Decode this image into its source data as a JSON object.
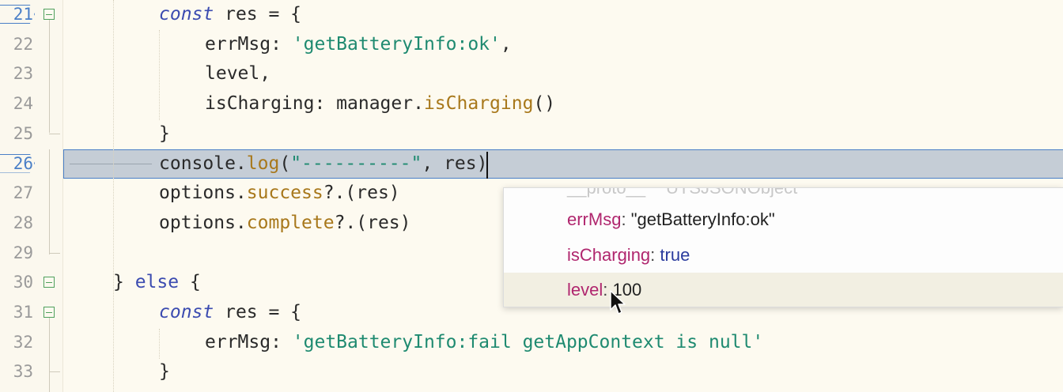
{
  "editor": {
    "lines": [
      {
        "number": "21",
        "bookmarked": true,
        "fold": "open"
      },
      {
        "number": "22",
        "bookmarked": false,
        "fold": "none"
      },
      {
        "number": "23",
        "bookmarked": false,
        "fold": "none"
      },
      {
        "number": "24",
        "bookmarked": false,
        "fold": "none"
      },
      {
        "number": "25",
        "bookmarked": false,
        "fold": "end"
      },
      {
        "number": "26",
        "bookmarked": true,
        "fold": "none"
      },
      {
        "number": "27",
        "bookmarked": false,
        "fold": "none"
      },
      {
        "number": "28",
        "bookmarked": false,
        "fold": "none"
      },
      {
        "number": "29",
        "bookmarked": false,
        "fold": "end"
      },
      {
        "number": "30",
        "bookmarked": false,
        "fold": "open"
      },
      {
        "number": "31",
        "bookmarked": false,
        "fold": "open"
      },
      {
        "number": "32",
        "bookmarked": false,
        "fold": "none"
      },
      {
        "number": "33",
        "bookmarked": false,
        "fold": "end"
      }
    ],
    "code": {
      "l21": {
        "kw": "const",
        "rest": " res = {"
      },
      "l22": {
        "key": "errMsg: ",
        "str": "'getBatteryInfo:ok'",
        "tail": ","
      },
      "l23": {
        "text": "level,"
      },
      "l24": {
        "key": "isCharging: manager.",
        "fn": "isCharging",
        "tail": "()"
      },
      "l25": {
        "text": "}"
      },
      "l26": {
        "obj": "console.",
        "fn": "log",
        "open": "(",
        "str": "\"----------\"",
        "mid": ", ",
        "arg": "res",
        "close": ")"
      },
      "l27": {
        "obj": "options.",
        "fn": "success",
        "tail": "?.(res)"
      },
      "l28": {
        "obj": "options.",
        "fn": "complete",
        "tail": "?.(res)"
      },
      "l30": {
        "brace": "} ",
        "kw": "else",
        "tail": " {"
      },
      "l31": {
        "kw": "const",
        "rest": " res = {"
      },
      "l32": {
        "key": "errMsg: ",
        "str": "'getBatteryInfo:fail getAppContext is null'"
      },
      "l33": {
        "text": "}"
      }
    }
  },
  "popup": {
    "cut_row": {
      "key": "__proto__",
      "value": "UTSJSONObject"
    },
    "rows": [
      {
        "key": "errMsg",
        "colon": ":",
        "value": " \"getBatteryInfo:ok\""
      },
      {
        "key": "isCharging",
        "colon": ":",
        "value": " true"
      },
      {
        "key": "level",
        "colon": ":",
        "value": " 100"
      }
    ]
  },
  "icons": {
    "fold": "fold-minus-icon",
    "bookmark": "bookmark-icon",
    "cursor": "mouse-pointer-icon"
  },
  "colors": {
    "background": "#fdfaf0",
    "keyword": "#3b4bb0",
    "string": "#1e8a70",
    "function": "#a8781b",
    "popup_key": "#b0266e",
    "highlight": "#c5cdd6",
    "accent": "#4a7fc7"
  }
}
